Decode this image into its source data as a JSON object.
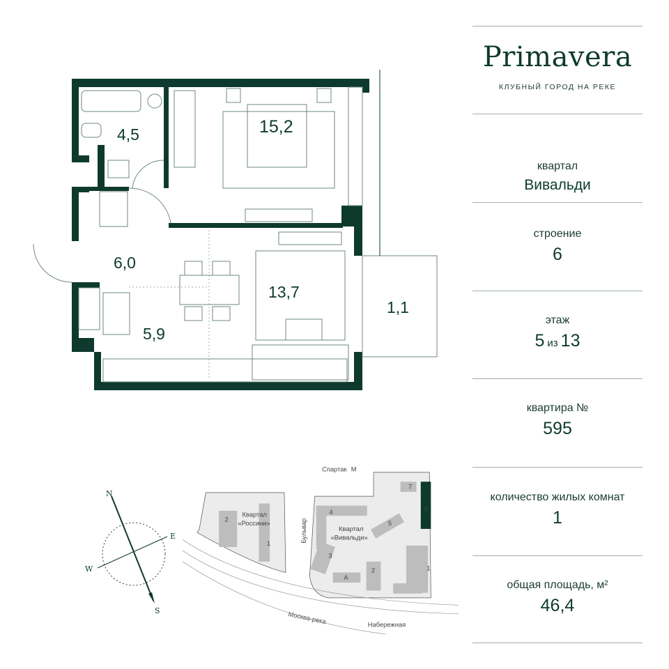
{
  "brand": {
    "name": "Primavera",
    "tagline": "КЛУБНЫЙ ГОРОД НА РЕКЕ"
  },
  "info": [
    {
      "label": "квартал",
      "value": "Вивальди"
    },
    {
      "label": "строение",
      "value": "6"
    },
    {
      "label": "этаж",
      "value": "5",
      "of": "из",
      "total": "13"
    },
    {
      "label": "квартира №",
      "value": "595"
    },
    {
      "label": "количество жилых комнат",
      "value": "1"
    },
    {
      "label": "общая площадь, м²",
      "value": "46,4"
    }
  ],
  "rooms": {
    "bath": "4,5",
    "bedroom": "15,2",
    "hall": "6,0",
    "living": "13,7",
    "kitchen": "5,9",
    "balcony": "1,1"
  },
  "compass": {
    "n": "N",
    "e": "E",
    "s": "S",
    "w": "W"
  },
  "map": {
    "metro": "Спартак",
    "metro_icon": "М",
    "blvd": "Бульвар",
    "q1": "Квартал",
    "q1name": "«Россини»",
    "q2": "Квартал",
    "q2name": "«Вивальди»",
    "river": "Москва-река",
    "emb": "Набережная",
    "b": [
      "1",
      "2",
      "3",
      "4",
      "5",
      "6",
      "7",
      "A",
      "1",
      "2"
    ]
  },
  "colors": {
    "accent": "#0e3a2e"
  }
}
